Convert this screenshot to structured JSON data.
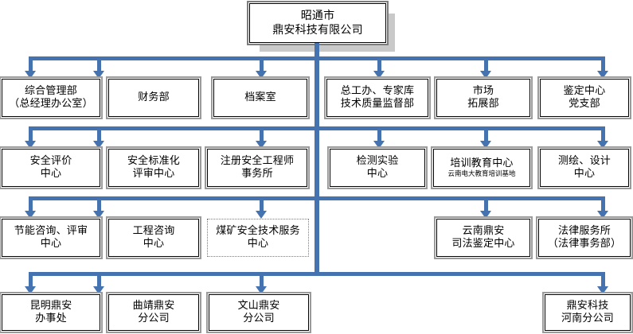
{
  "diagram": {
    "type": "organizational-chart",
    "title_box": {
      "lines": [
        "昭通市",
        "鼎安科技有限公司"
      ]
    },
    "accent_color": "#4573b0",
    "box_border_color": "#000000",
    "box_shadow_color": "#9a9a9a",
    "levels": [
      {
        "name": "level-1-departments",
        "nodes": [
          {
            "id": "n1",
            "lines": [
              "综合管理部",
              "（总经理办公室）"
            ],
            "style": "solid"
          },
          {
            "id": "n2",
            "lines": [
              "财务部"
            ],
            "style": "solid"
          },
          {
            "id": "n3",
            "lines": [
              "档案室"
            ],
            "style": "solid"
          },
          {
            "id": "n4",
            "lines": [
              "总工办、专家库",
              "技术质量监督部"
            ],
            "style": "solid"
          },
          {
            "id": "n5",
            "lines": [
              "市场",
              "拓展部"
            ],
            "style": "solid"
          },
          {
            "id": "n6",
            "lines": [
              "鉴定中心",
              "党支部"
            ],
            "style": "solid"
          }
        ]
      },
      {
        "name": "level-2-centers",
        "nodes": [
          {
            "id": "n7",
            "lines": [
              "安全评价",
              "中心"
            ],
            "style": "solid"
          },
          {
            "id": "n8",
            "lines": [
              "安全标准化",
              "评审中心"
            ],
            "style": "solid"
          },
          {
            "id": "n9",
            "lines": [
              "注册安全工程师",
              "事务所"
            ],
            "style": "solid"
          },
          {
            "id": "n10",
            "lines": [
              "检测实验",
              "中心"
            ],
            "style": "solid"
          },
          {
            "id": "n11",
            "lines": [
              "培训教育中心"
            ],
            "subtitle": "云南电大教育培训基地",
            "style": "solid"
          },
          {
            "id": "n12",
            "lines": [
              "测绘、设计",
              "中心"
            ],
            "style": "solid"
          }
        ]
      },
      {
        "name": "level-3-services",
        "nodes": [
          {
            "id": "n13",
            "lines": [
              "节能咨询、评审",
              "中心"
            ],
            "style": "solid"
          },
          {
            "id": "n14",
            "lines": [
              "工程咨询",
              "中心"
            ],
            "style": "solid"
          },
          {
            "id": "n15",
            "lines": [
              "煤矿安全技术服务",
              "中心"
            ],
            "style": "dotted"
          },
          {
            "id": "n16",
            "lines": [
              "云南鼎安",
              "司法鉴定中心"
            ],
            "style": "solid"
          },
          {
            "id": "n17",
            "lines": [
              "法律服务所",
              "（法律事务部）"
            ],
            "style": "solid"
          }
        ]
      },
      {
        "name": "level-4-branches",
        "nodes": [
          {
            "id": "n18",
            "lines": [
              "昆明鼎安",
              "办事处"
            ],
            "style": "solid"
          },
          {
            "id": "n19",
            "lines": [
              "曲靖鼎安",
              "分公司"
            ],
            "style": "solid"
          },
          {
            "id": "n20",
            "lines": [
              "文山鼎安",
              "分公司"
            ],
            "style": "solid"
          },
          {
            "id": "n21",
            "lines": [
              "鼎安科技",
              "河南分公司"
            ],
            "style": "solid"
          }
        ]
      }
    ]
  }
}
